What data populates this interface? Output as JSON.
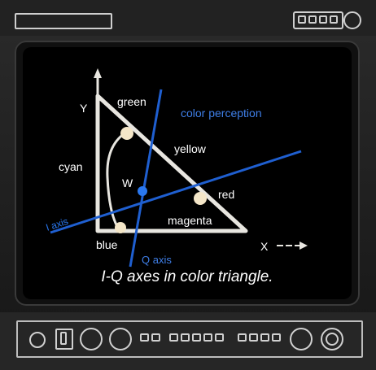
{
  "diagram": {
    "caption": "I-Q axes in color triangle.",
    "axes": {
      "y_label": "Y",
      "x_label": "X"
    },
    "colors": {
      "green": "green",
      "yellow": "yellow",
      "red": "red",
      "magenta": "magenta",
      "blue": "blue",
      "cyan": "cyan",
      "white_point": "W"
    },
    "lines": {
      "color_perception": "color perception",
      "i_axis": "I axis",
      "q_axis": "Q axis"
    },
    "palette": {
      "screen_bg": "#000000",
      "triangle_stroke": "#e8e6e0",
      "axis_line_color": "#1f5fd0",
      "perception_text": "#3f7fe8",
      "text": "#ffffff"
    }
  }
}
